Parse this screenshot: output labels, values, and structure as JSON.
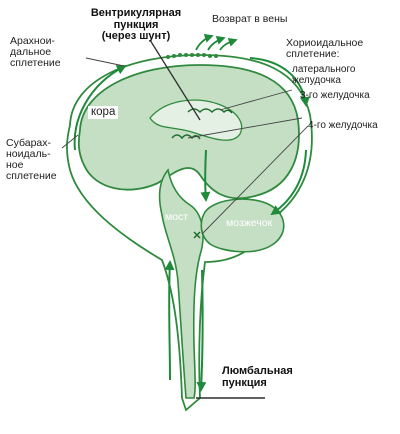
{
  "labels": {
    "ventricular_puncture": [
      "Вентрикулярная",
      "пункция",
      "(через шунт)"
    ],
    "return_to_veins": "Возврат в вены",
    "arachnoid_plexus": [
      "Арахнои-",
      "дальное",
      "сплетение"
    ],
    "choroid_plexus": [
      "Хориоидальное",
      "сплетение:"
    ],
    "lateral_ventricle": [
      "латерального",
      "желудочка"
    ],
    "third_ventricle": "3-го желудочка",
    "fourth_ventricle": "4-го желудочка",
    "cortex": "кора",
    "subarachnoid_plexus": [
      "Субарах-",
      "ноидаль-",
      "ное",
      "сплетение"
    ],
    "pons": "мост",
    "cerebellum": "мозжечок",
    "lumbar_puncture": [
      "Люмбальная",
      "пункция"
    ]
  },
  "colors": {
    "tissue_fill": "#c5dfc5",
    "tissue_light": "#e3f0e3",
    "outline": "#2f8a3e",
    "arrow": "#1f8a3a",
    "text": "#1e1e1e",
    "pointer_line": "#444444"
  }
}
